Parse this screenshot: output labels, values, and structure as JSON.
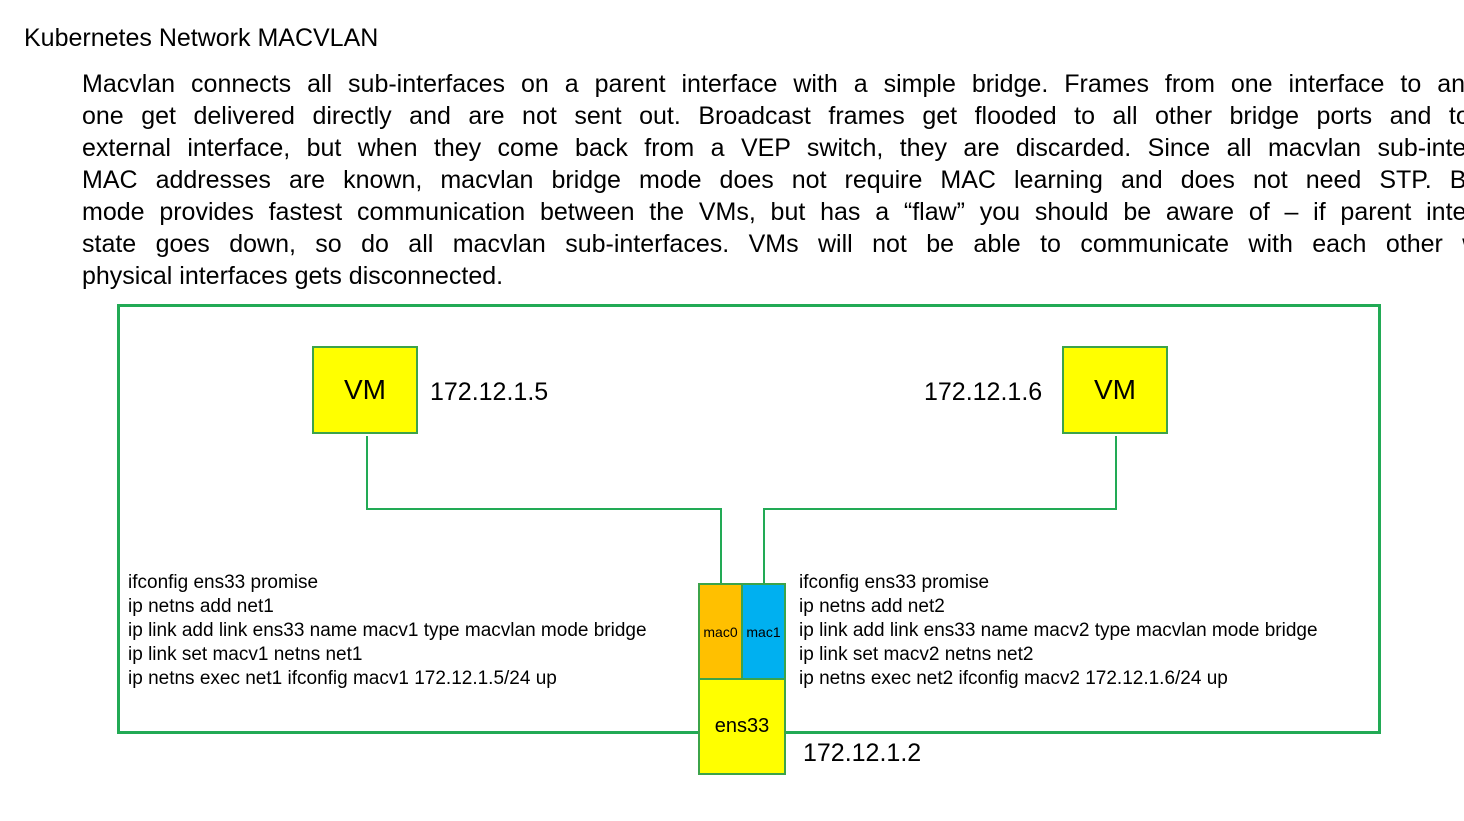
{
  "title": "Kubernetes Network MACVLAN",
  "paragraph_lines": [
    "Macvlan connects all sub-interfaces on a parent interface with a simple bridge. Frames from one interface to another",
    "one get delivered directly and are not sent out. Broadcast frames get flooded to all other bridge ports and to the",
    "external interface, but when they come back from a VEP switch, they are discarded. Since all macvlan sub-interface",
    "MAC addresses are known, macvlan bridge mode does not require MAC learning and does not need STP. Bridge",
    "mode provides fastest communication between the VMs, but has a “flaw” you should be aware of – if parent interface",
    "state goes down, so do all macvlan sub-interfaces. VMs will not be able to communicate with each other when",
    "physical interfaces gets disconnected."
  ],
  "diagram": {
    "vm_left": {
      "label": "VM",
      "ip": "172.12.1.5"
    },
    "vm_right": {
      "label": "VM",
      "ip": "172.12.1.6"
    },
    "mac0": {
      "label": "mac0",
      "color": "#ffc000"
    },
    "mac1": {
      "label": "mac1",
      "color": "#00b0f0"
    },
    "ens33": {
      "label": "ens33",
      "ip": "172.12.1.2"
    },
    "left_commands": [
      "ifconfig ens33 promise",
      "ip netns add net1",
      "ip link add link ens33 name macv1 type macvlan mode bridge",
      "ip link set macv1 netns net1",
      "ip netns exec net1 ifconfig macv1 172.12.1.5/24 up"
    ],
    "right_commands": [
      "ifconfig ens33 promise",
      "ip netns add net2",
      "ip link add link ens33 name macv2 type macvlan mode bridge",
      "ip link set macv2 netns net2",
      "ip netns exec net2 ifconfig macv2 172.12.1.6/24 up"
    ],
    "colors": {
      "frame": "#22aa55",
      "vm_fill": "#ffff00"
    }
  }
}
